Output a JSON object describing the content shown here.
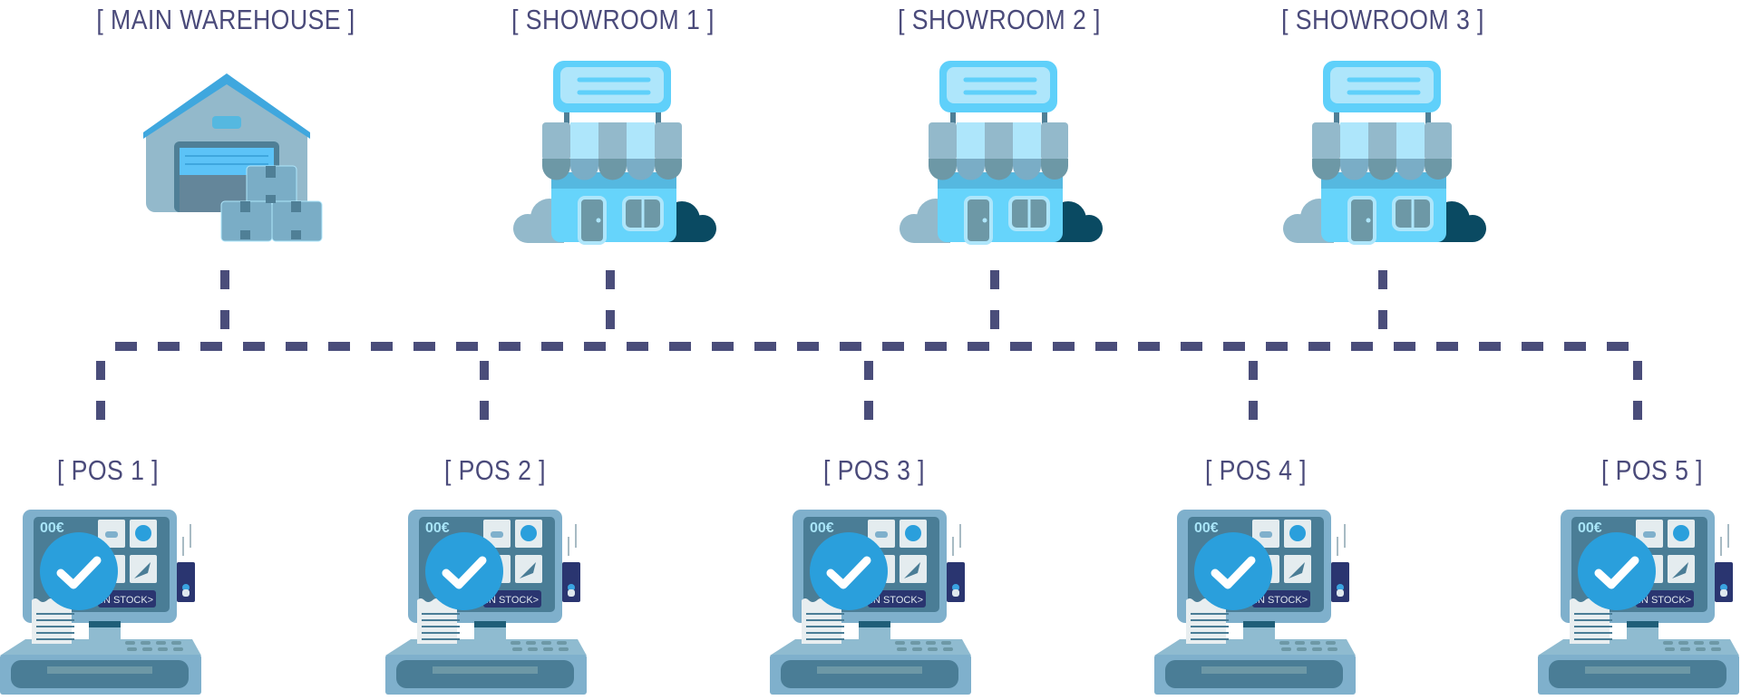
{
  "locations": [
    {
      "label": "[ MAIN WAREHOUSE ]",
      "icon": "warehouse-icon"
    },
    {
      "label": "[ SHOWROOM 1 ]",
      "icon": "storefront-icon"
    },
    {
      "label": "[ SHOWROOM 2 ]",
      "icon": "storefront-icon"
    },
    {
      "label": "[ SHOWROOM 3 ]",
      "icon": "storefront-icon"
    }
  ],
  "pos_terminals": [
    {
      "label": "[ POS 1 ]"
    },
    {
      "label": "[ POS 2 ]"
    },
    {
      "label": "[ POS 3 ]"
    },
    {
      "label": "[ POS 4 ]"
    },
    {
      "label": "[ POS 5 ]"
    }
  ],
  "pos_screen": {
    "amount": "00€",
    "stock_button": "IN STOCK>",
    "status_icon": "checkmark-icon"
  },
  "colors": {
    "connector": "#4a4d7a",
    "label": "#4a4a7a",
    "check": "#2a9fdc"
  }
}
